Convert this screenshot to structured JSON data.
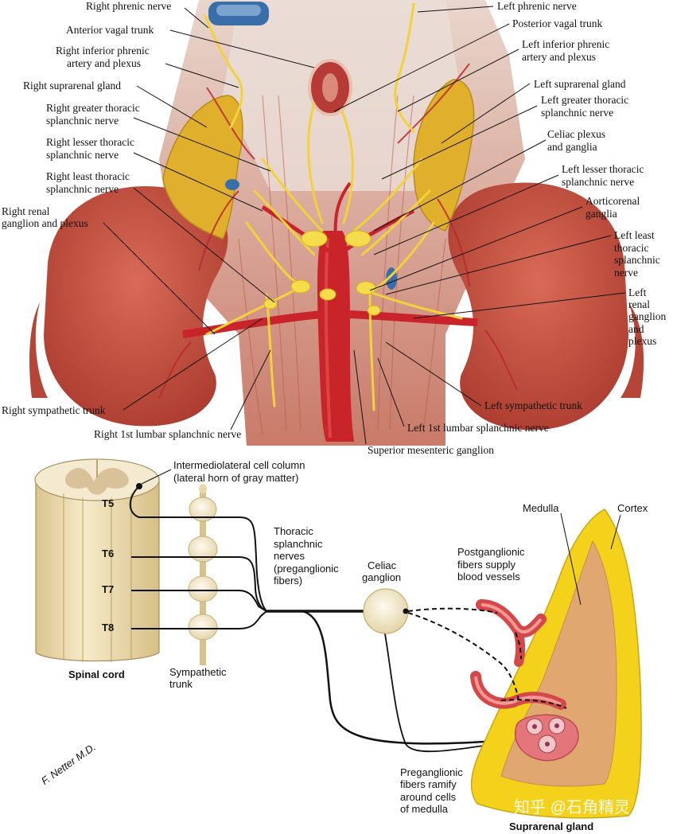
{
  "anatomy_labels": {
    "right_phrenic_nerve": "Right phrenic nerve",
    "anterior_vagal_trunk": "Anterior vagal trunk",
    "right_inferior_phrenic_1": "Right inferior phrenic",
    "right_inferior_phrenic_2": "artery and plexus",
    "right_suprarenal_gland": "Right suprarenal gland",
    "right_greater_1": "Right greater thoracic",
    "right_greater_2": "splanchnic nerve",
    "right_lesser_1": "Right lesser thoracic",
    "right_lesser_2": "splanchnic nerve",
    "right_least_1": "Right least thoracic",
    "right_least_2": "splanchnic nerve",
    "right_renal_1": "Right renal",
    "right_renal_2": "ganglion and plexus",
    "right_sympathetic_trunk": "Right sympathetic trunk",
    "right_1st_lumbar": "Right 1st lumbar splanchnic nerve",
    "left_phrenic_nerve": "Left phrenic nerve",
    "posterior_vagal_trunk": "Posterior vagal trunk",
    "left_inferior_phrenic_1": "Left inferior phrenic",
    "left_inferior_phrenic_2": "artery and plexus",
    "left_suprarenal_gland": "Left suprarenal gland",
    "left_greater_1": "Left greater thoracic",
    "left_greater_2": "splanchnic nerve",
    "celiac_plexus_1": "Celiac plexus",
    "celiac_plexus_2": "and ganglia",
    "left_lesser_1": "Left lesser thoracic",
    "left_lesser_2": "splanchnic nerve",
    "aorticorenal_1": "Aorticorenal",
    "aorticorenal_2": "ganglia",
    "left_least_1": "Left least",
    "left_least_2": "thoracic",
    "left_least_3": "splanchnic",
    "left_least_4": "nerve",
    "left_renal_1": "Left",
    "left_renal_2": "renal",
    "left_renal_3": "ganglion",
    "left_renal_4": "and",
    "left_renal_5": "plexus",
    "left_sympathetic_trunk": "Left sympathetic trunk",
    "left_1st_lumbar": "Left 1st lumbar splanchnic nerve",
    "superior_mesenteric": "Superior mesenteric ganglion"
  },
  "schema_labels": {
    "imlc_1": "Intermediolateral cell column",
    "imlc_2": "(lateral horn of gray matter)",
    "t5": "T5",
    "t6": "T6",
    "t7": "T7",
    "t8": "T8",
    "spinal_cord": "Spinal cord",
    "sympathetic_1": "Sympathetic",
    "sympathetic_2": "trunk",
    "thoracic_1": "Thoracic",
    "thoracic_2": "splanchnic",
    "thoracic_3": "nerves",
    "thoracic_4": "(preganglionic",
    "thoracic_5": "fibers)",
    "celiac_1": "Celiac",
    "celiac_2": "ganglion",
    "medulla": "Medulla",
    "cortex": "Cortex",
    "post_1": "Postganglionic",
    "post_2": "fibers supply",
    "post_3": "blood vessels",
    "pre_1": "Preganglionic",
    "pre_2": "fibers ramify",
    "pre_3": "around cells",
    "pre_4": "of medulla",
    "suprarenal_gland": "Suprarenal gland"
  },
  "signature": "F. Netter M.D.",
  "watermark": "知乎 @石角精灵",
  "colors": {
    "kidney": "#c9503f",
    "gland": "#e0b02c",
    "nerve": "#f2d23a",
    "artery": "#c8242a",
    "cortex_yellow": "#f4d21c",
    "medulla_tan": "#e0a870",
    "cord": "#efe0b4"
  }
}
